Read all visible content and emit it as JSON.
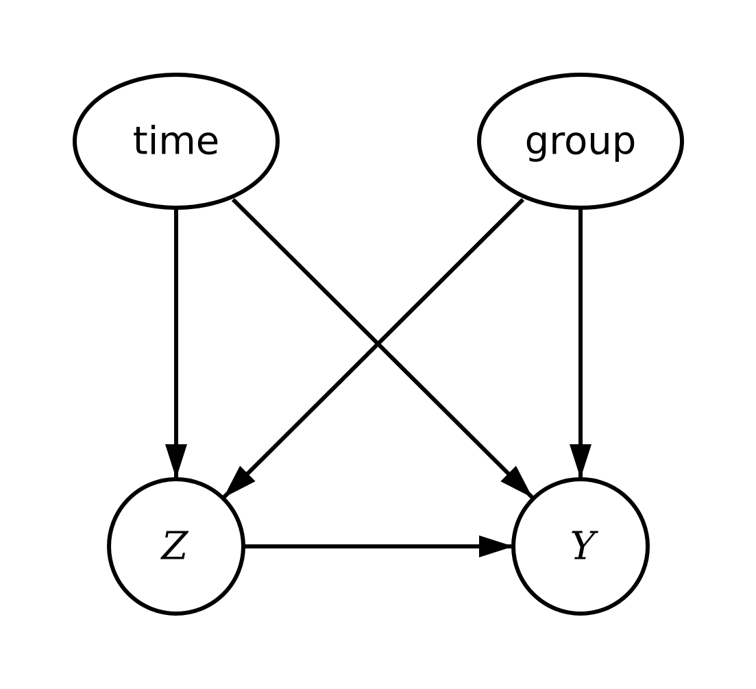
{
  "diagram": {
    "type": "causal-dag",
    "nodes": [
      {
        "id": "time",
        "label": "time",
        "shape": "ellipse"
      },
      {
        "id": "group",
        "label": "group",
        "shape": "ellipse"
      },
      {
        "id": "Z",
        "label": "Z",
        "shape": "circle"
      },
      {
        "id": "Y",
        "label": "Y",
        "shape": "circle"
      }
    ],
    "edges": [
      {
        "from": "time",
        "to": "Z"
      },
      {
        "from": "time",
        "to": "Y"
      },
      {
        "from": "group",
        "to": "Z"
      },
      {
        "from": "group",
        "to": "Y"
      },
      {
        "from": "Z",
        "to": "Y"
      }
    ],
    "stroke_color": "#000000",
    "fill_color": "#ffffff"
  }
}
